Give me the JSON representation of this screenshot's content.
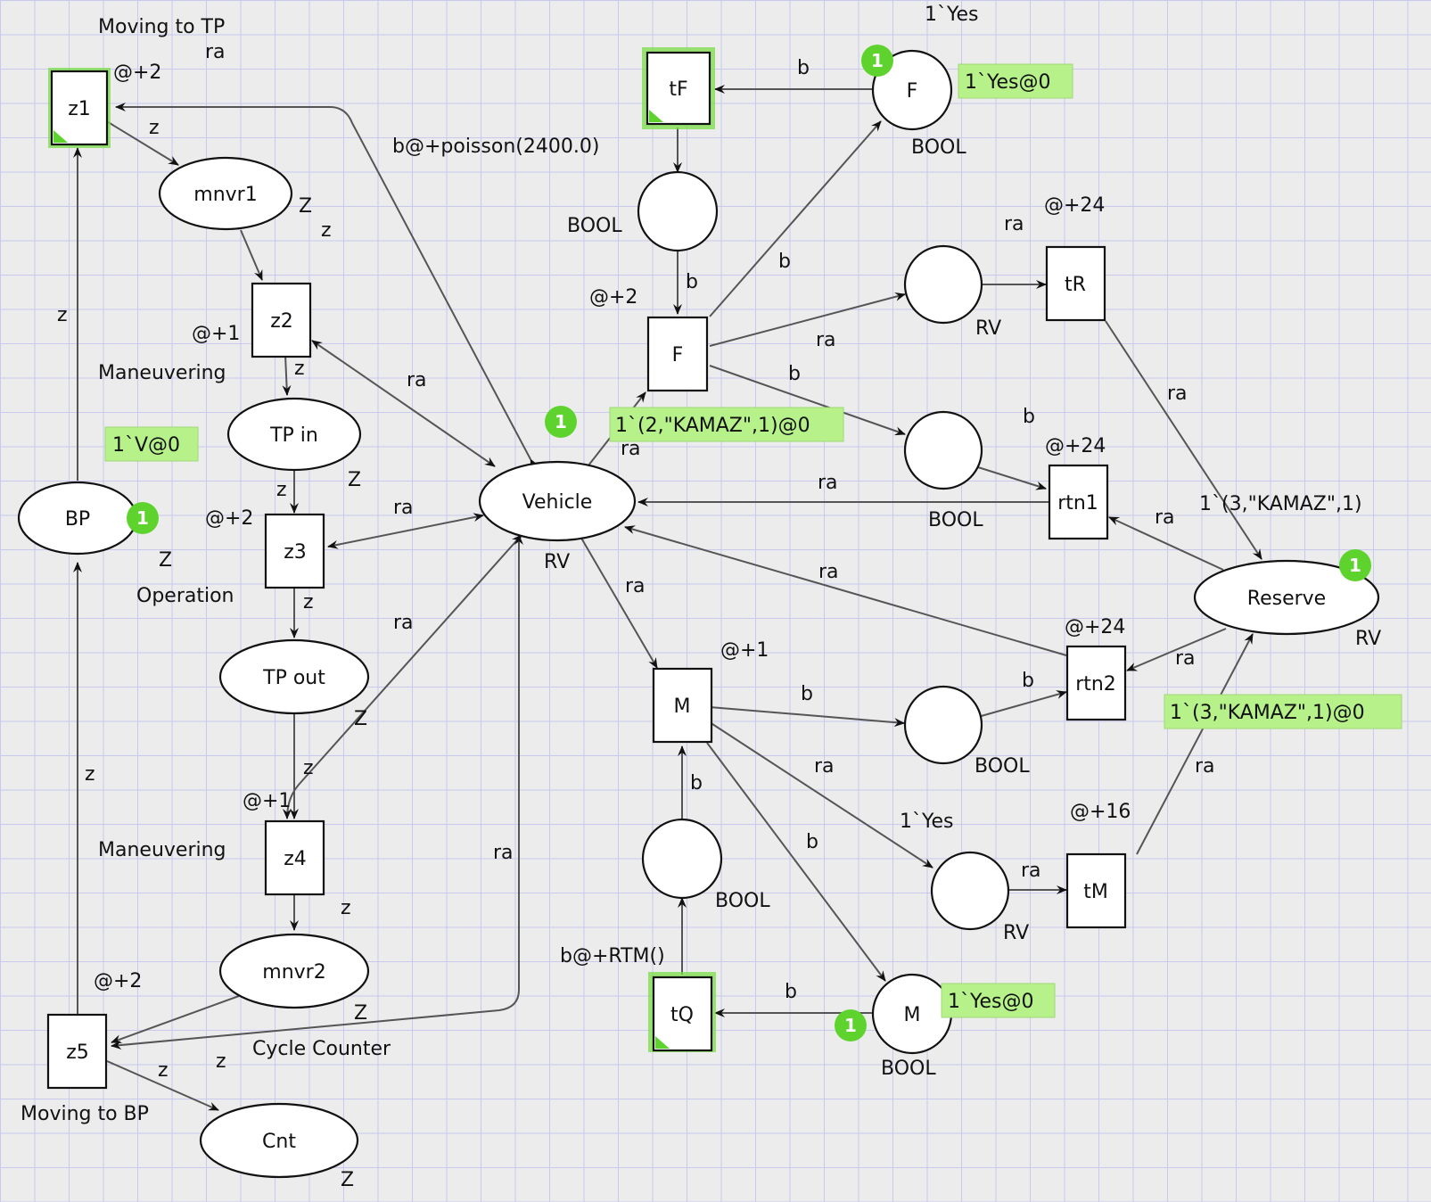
{
  "places": {
    "mnvr1": "mnvr1",
    "tp_in": "TP in",
    "tp_out": "TP out",
    "mnvr2": "mnvr2",
    "bp": "BP",
    "cnt": "Cnt",
    "vehicle": "Vehicle",
    "reserve": "Reserve",
    "f": "F",
    "m": "M"
  },
  "transitions": {
    "z1": "z1",
    "z2": "z2",
    "z3": "z3",
    "z4": "z4",
    "z5": "z5",
    "tf": "tF",
    "f": "F",
    "tr": "tR",
    "rtn1": "rtn1",
    "rtn2": "rtn2",
    "m": "M",
    "tm": "tM",
    "tq": "tQ"
  },
  "tokens": {
    "f": "1",
    "vehicle": "1",
    "bp": "1",
    "reserve": "1",
    "m": "1"
  },
  "markings": {
    "f": "1`Yes@0",
    "bp": "1`V@0",
    "vehicle": "1`(2,\"KAMAZ\",1)@0",
    "reserve": "1`(3,\"KAMAZ\",1)@0",
    "m": "1`Yes@0"
  },
  "labels": {
    "moving_to_tp": "Moving to TP",
    "ra_top": "ra",
    "z1_delay": "@+2",
    "arc_z1_mnvr1": "z",
    "mnvr1_type": "Z",
    "arc_mnvr1_z2": "z",
    "z2_delay": "@+1",
    "maneuvering_1": "Maneuvering",
    "arc_z2_tpin": "z",
    "arc_bp_z1": "z",
    "arc_z2_vehicle": "ra",
    "tpin_type": "Z",
    "arc_tpin_z3": "z",
    "z3_delay": "@+2",
    "arc_z3_vehicle": "ra",
    "bp_type": "Z",
    "operation": "Operation",
    "arc_z3_tpout": "z",
    "arc_z4_vehicle": "ra",
    "tpout_type": "Z",
    "arc_tpout_z4": "z",
    "z4_delay": "@+1",
    "maneuvering_2": "Maneuvering",
    "arc_z5_bp": "z",
    "arc_z4_mnvr2": "z",
    "z5_delay": "@+2",
    "arc_z5_vehicle": "ra",
    "mnvr2_type": "Z",
    "arc_mnvr2_z5": "z",
    "cycle_counter": "Cycle Counter",
    "arc_z5_cnt_a": "z",
    "arc_z5_cnt_b": "z",
    "moving_to_bp": "Moving to BP",
    "cnt_type": "Z",
    "arc_vehicle_z1": "b@+poisson(2400.0)",
    "vehicle_type": "RV",
    "initial_f": "1`Yes",
    "arc_f_tf": "b",
    "f_type": "BOOL",
    "p1_type": "BOOL",
    "arc_p1_F": "b",
    "F_delay": "@+2",
    "arc_F_f": "b",
    "arc_F_p2": "ra",
    "arc_F_p3": "b",
    "arc_vehicle_F": "ra",
    "tr_delay": "@+24",
    "arc_p2_tr": "ra",
    "p2_type": "RV",
    "arc_tr_reserve": "ra",
    "arc_p3_rtn1": "b",
    "rtn1_delay": "@+24",
    "arc_rtn1_vehicle": "ra",
    "p3_type": "BOOL",
    "arc_reserve_rtn1": "ra",
    "initial_reserve": "1`(3,\"KAMAZ\",1)",
    "reserve_type": "RV",
    "arc_rtn2_vehicle": "ra",
    "arc_vehicle_M": "ra",
    "M_delay": "@+1",
    "rtn2_delay": "@+24",
    "arc_reserve_rtn2": "ra",
    "arc_p4_rtn2": "b",
    "arc_M_p4": "b",
    "p4_type": "BOOL",
    "arc_M_p5": "ra",
    "arc_tm_reserve": "ra",
    "tm_delay": "@+16",
    "initial_p5": "1`Yes",
    "arc_M_m": "b",
    "arc_p6_M": "b",
    "arc_p5_tm": "ra",
    "p5_type": "RV",
    "p6_type": "BOOL",
    "arc_tq_p6": "b@+RTM()",
    "arc_m_tq": "b",
    "m_type": "BOOL"
  },
  "colors": {
    "token": "#5ed32e",
    "marking_bg": "#b7f18a",
    "enabled_glow": "#79dd47",
    "arc": "#555555",
    "node_stroke": "#111111"
  }
}
